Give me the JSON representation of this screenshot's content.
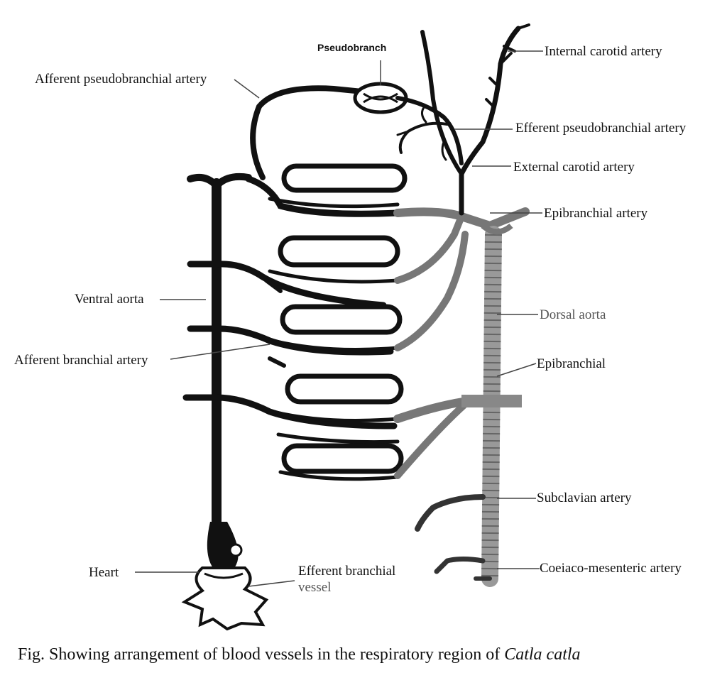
{
  "figure": {
    "caption": {
      "prefix": "Fig. Showing arrangement of blood vessels in the respiratory region of ",
      "species": "Catla catla"
    },
    "labels": {
      "pseudobranch": "Pseudobranch",
      "afferent_pseudobranchial_artery": "Afferent pseudobranchial artery",
      "internal_carotid_artery": "Internal carotid artery",
      "efferent_pseudobranchial_artery": "Efferent pseudobranchial artery",
      "external_carotid_artery": "External carotid artery",
      "epibranchial_artery": "Epibranchial artery",
      "ventral_aorta": "Ventral aorta",
      "dorsal_aorta": "Dorsal aorta",
      "afferent_branchial_artery": "Afferent branchial artery",
      "epibranchial": "Epibranchial",
      "subclavian_artery": "Subclavian artery",
      "heart": "Heart",
      "efferent_branchial_vessel_line1": "Efferent branchial",
      "efferent_branchial_vessel_line2": "vessel",
      "coeiaco_mesenteric_artery": "Coeiaco-mesenteric artery"
    }
  }
}
